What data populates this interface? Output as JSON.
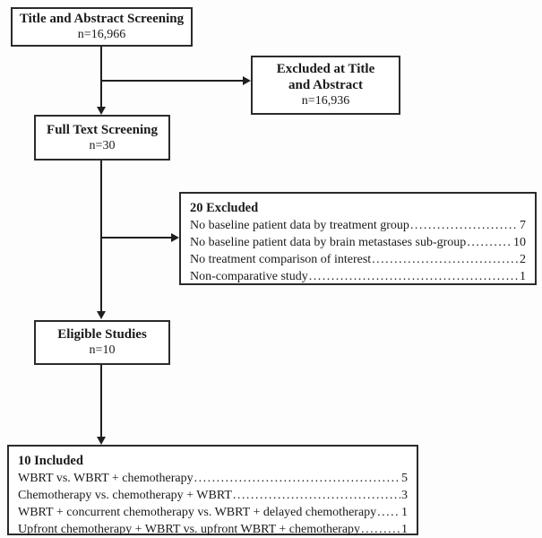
{
  "diagram": {
    "type": "flowchart",
    "boxes": {
      "title_abstract": {
        "title": "Title and Abstract Screening",
        "count": "n=16,966"
      },
      "excluded_title_abstract": {
        "title": "Excluded at Title and Abstract",
        "count": "n=16,936"
      },
      "full_text": {
        "title": "Full Text Screening",
        "count": "n=30"
      },
      "excluded_full_text": {
        "title": "20 Excluded",
        "items": [
          {
            "label": "No baseline patient data by treatment group",
            "value": "7"
          },
          {
            "label": "No baseline patient data by brain metastases sub-group",
            "value": "10"
          },
          {
            "label": "No treatment comparison of interest",
            "value": "2"
          },
          {
            "label": "Non-comparative study",
            "value": "1"
          }
        ]
      },
      "eligible": {
        "title": "Eligible Studies",
        "count": "n=10"
      },
      "included": {
        "title": "10 Included",
        "items": [
          {
            "label": "WBRT vs. WBRT + chemotherapy",
            "value": "5"
          },
          {
            "label": "Chemotherapy vs. chemotherapy + WBRT",
            "value": "3"
          },
          {
            "label": "WBRT + concurrent chemotherapy vs. WBRT + delayed chemotherapy",
            "value": "1"
          },
          {
            "label": "Upfront chemotherapy + WBRT vs. upfront WBRT + chemotherapy",
            "value": "1"
          }
        ]
      }
    },
    "colors": {
      "line": "#1f1f1f",
      "border": "#2b2b2b",
      "background": "#fdfdfd",
      "text": "#1a1a1a"
    }
  }
}
